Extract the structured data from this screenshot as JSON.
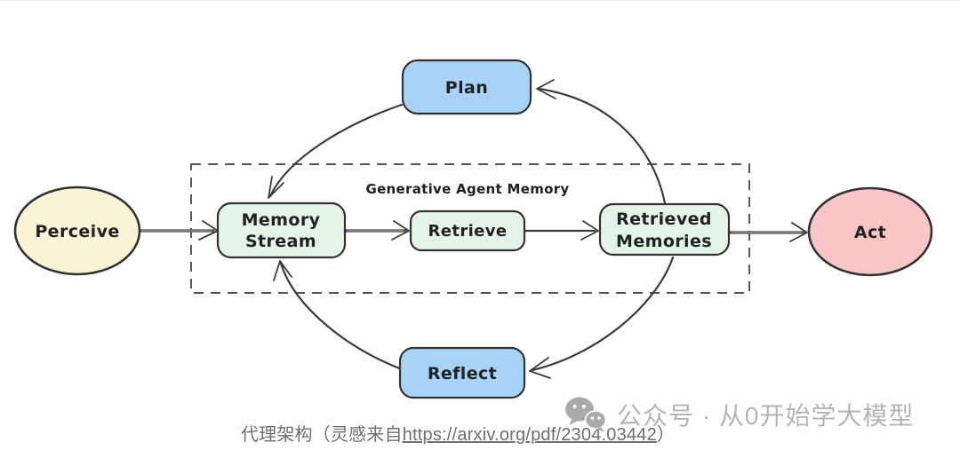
{
  "diagram": {
    "boundary_label": "Generative Agent Memory",
    "nodes": {
      "perceive": {
        "label": "Perceive",
        "fill": "#fbf3d5"
      },
      "memory_stream": {
        "line1": "Memory",
        "line2": "Stream",
        "fill": "#e4f4e8"
      },
      "retrieve": {
        "label": "Retrieve",
        "fill": "#e4f4e8"
      },
      "retrieved_memories": {
        "line1": "Retrieved",
        "line2": "Memories",
        "fill": "#e4f4e8"
      },
      "act": {
        "label": "Act",
        "fill": "#f9c5c7"
      },
      "plan": {
        "label": "Plan",
        "fill": "#a7d3f6"
      },
      "reflect": {
        "label": "Reflect",
        "fill": "#a7d3f6"
      }
    },
    "edges": [
      {
        "from": "Perceive",
        "to": "Memory Stream"
      },
      {
        "from": "Memory Stream",
        "to": "Retrieve"
      },
      {
        "from": "Retrieve",
        "to": "Retrieved Memories"
      },
      {
        "from": "Retrieved Memories",
        "to": "Act"
      },
      {
        "from": "Retrieved Memories",
        "to": "Plan"
      },
      {
        "from": "Plan",
        "to": "Memory Stream"
      },
      {
        "from": "Retrieved Memories",
        "to": "Reflect"
      },
      {
        "from": "Reflect",
        "to": "Memory Stream"
      }
    ],
    "stroke_color": "#333333"
  },
  "caption": {
    "prefix": "代理架构（灵感来自",
    "link_text": "https://arxiv.org/pdf/2304.03442",
    "suffix": "）"
  },
  "watermark": {
    "icon": "wechat-icon",
    "text": "公众号 · 从0开始学大模型"
  }
}
